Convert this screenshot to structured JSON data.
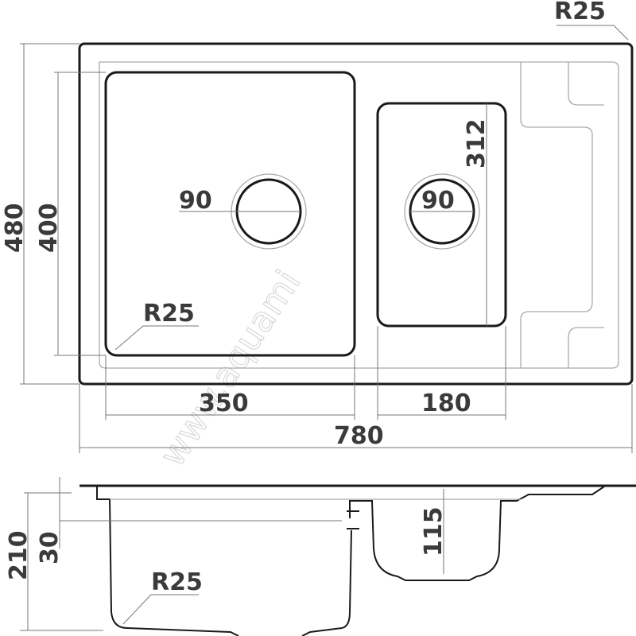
{
  "watermark": "www.aquami",
  "top_view": {
    "corner_radius": "R25",
    "total_height": "480",
    "bowl_height": "400",
    "main_bowl_drain": "90",
    "main_bowl_radius": "R25",
    "small_bowl_height": "312",
    "small_bowl_drain": "90",
    "main_bowl_width": "350",
    "small_bowl_width": "180",
    "total_width": "780"
  },
  "side_view": {
    "total_depth": "210",
    "rim_offset": "30",
    "small_bowl_depth": "115",
    "bottom_radius": "R25"
  }
}
